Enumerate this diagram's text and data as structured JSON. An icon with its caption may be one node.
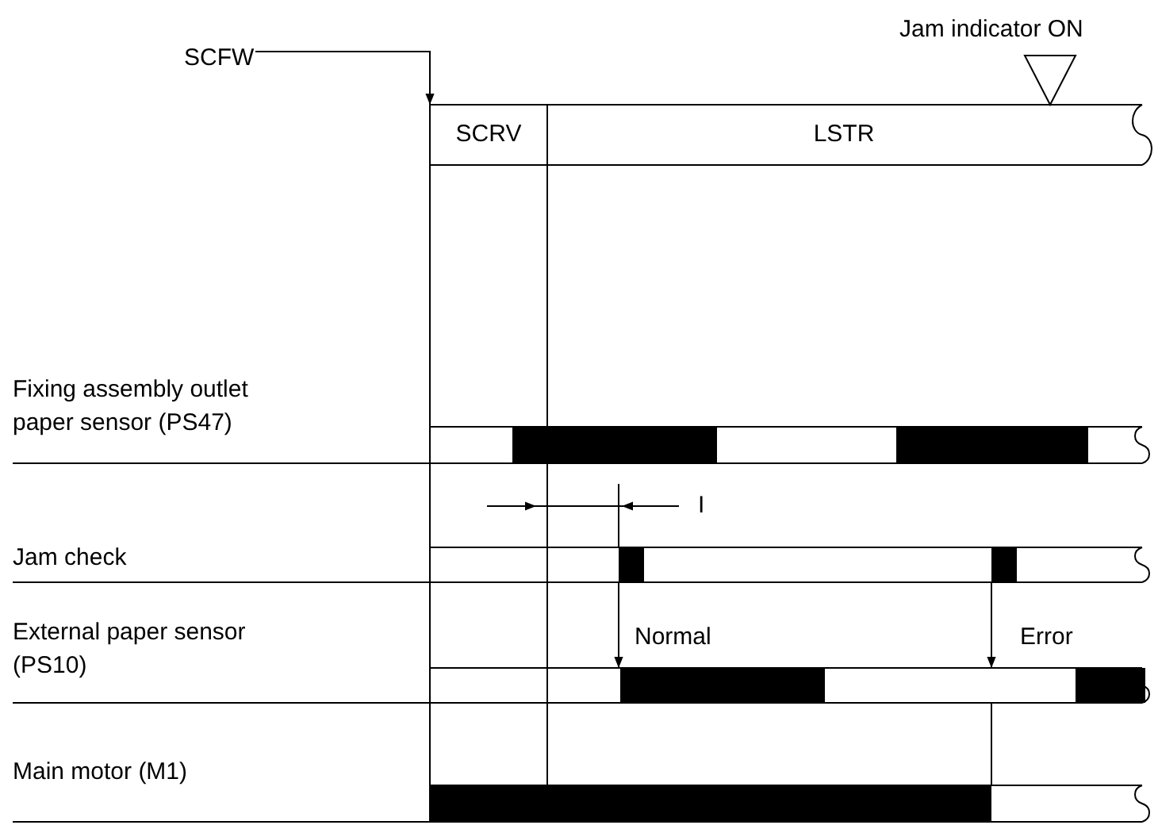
{
  "diagram": {
    "nodes": [
      {
        "text": [
          "SCFW"
        ]
      },
      {
        "text": [
          "SCRV"
        ]
      },
      {
        "text": [
          "LSTR"
        ]
      },
      {
        "text": [],
        "shape": "bar"
      },
      {
        "text": [],
        "shape": "bar"
      }
    ],
    "edges": [
      {
        "from": 0,
        "to": 1,
        "arrow": "to"
      },
      {
        "from": 3,
        "to": null,
        "arrow": "to"
      },
      {
        "from": 4,
        "to": null,
        "arrow": "to"
      }
    ],
    "labels": [
      "Jam indicator ON",
      "Fixing assembly outlet paper sensor (PS47)",
      "I",
      "Jam check",
      "Normal",
      "External paper sensor (PS10)",
      "Error",
      "Main motor (M1)"
    ]
  }
}
